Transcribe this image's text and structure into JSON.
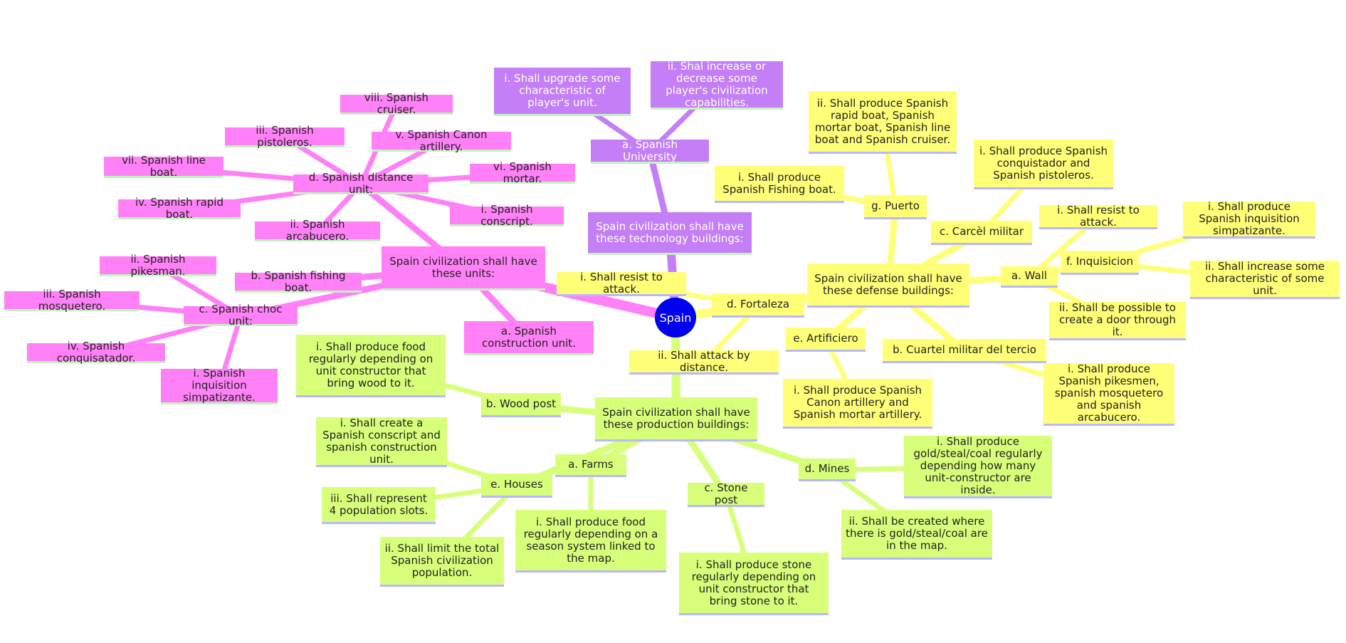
{
  "root": "Spain",
  "colors": {
    "units": "#ff80f7",
    "technology": "#c47ff6",
    "defense": "#ffff78",
    "production": "#d7ff7a",
    "root": "#0000ee"
  },
  "units": {
    "title": "Spain civilization shall have these units:",
    "construction": "a. Spanish construction unit.",
    "fishing_boat": "b. Spanish fishing boat.",
    "choc": {
      "label": "c. Spanish choc unit:",
      "items": [
        "i. Spanish inquisition simpatizante.",
        "ii. Spanish pikesman.",
        "iii. Spanish mosquetero.",
        "iv. Spanish conquisatador."
      ]
    },
    "distance": {
      "label": "d. Spanish distance unit:",
      "items": [
        "i. Spanish conscript.",
        "ii. Spanish arcabucero.",
        "iii. Spanish pistoleros.",
        "iv. Spanish rapid boat.",
        "v. Spanish Canon artillery.",
        "vi. Spanish mortar.",
        "vii. Spanish line boat.",
        "viii. Spanish cruiser."
      ]
    }
  },
  "technology": {
    "title": "Spain civilization shall have these technology buildings:",
    "university": {
      "label": "a. Spanish University",
      "items": [
        "i. Shall upgrade some characteristic of player's unit.",
        "ii. Shal increase or decrease some player's civilization capabilities."
      ]
    }
  },
  "defense": {
    "title": "Spain civilization shall have these defense buildings:",
    "wall": {
      "label": "a. Wall",
      "items": [
        "i. Shall resist to attack.",
        "ii. Shall be possible to create a door through it."
      ]
    },
    "cuartel": {
      "label": "b. Cuartel militar del tercio",
      "items": [
        "i. Shall produce Spanish pikesmen, spanish mosquetero and spanish arcabucero."
      ]
    },
    "carcel": {
      "label": "c. Carcèl militar",
      "items": [
        "i. Shall produce Spanish conquistador and Spanish pistoleros."
      ]
    },
    "fortaleza": {
      "label": "d. Fortaleza",
      "items": [
        "i. Shall resist to attack.",
        "ii. Shall attack by distance."
      ]
    },
    "artificiero": {
      "label": "e. Artificiero",
      "items": [
        "i. Shall produce Spanish Canon artillery and Spanish mortar artillery."
      ]
    },
    "inquisicion": {
      "label": "f. Inquisicion",
      "items": [
        "i. Shall produce Spanish inquisition simpatizante.",
        "ii. Shall increase some characteristic of some unit."
      ]
    },
    "puerto": {
      "label": "g. Puerto",
      "items": [
        "i. Shall produce Spanish Fishing boat.",
        "ii. Shall produce Spanish rapid boat, Spanish mortar boat, Spanish line boat and Spanish cruiser."
      ]
    }
  },
  "production": {
    "title": "Spain civilization shall have these production buildings:",
    "farms": {
      "label": "a. Farms",
      "items": [
        "i. Shall produce food regularly depending on a season system linked to the map."
      ]
    },
    "wood_post": {
      "label": "b. Wood post",
      "items": [
        "i. Shall produce food regularly depending on unit constructor that bring wood to it."
      ]
    },
    "stone_post": {
      "label": "c. Stone post",
      "items": [
        "i. Shall produce stone regularly depending on unit constructor that bring stone to it."
      ]
    },
    "mines": {
      "label": "d. Mines",
      "items": [
        "i. Shall produce gold/steal/coal regularly depending how many unit-constructor are inside.",
        "ii. Shall be created where there is gold/steal/coal are in the map."
      ]
    },
    "houses": {
      "label": "e. Houses",
      "items": [
        "i. Shall create a Spanish conscript and spanish construction unit.",
        "ii. Shall limit the total Spanish civilization population.",
        "iii. Shall represent 4 population slots."
      ]
    }
  }
}
